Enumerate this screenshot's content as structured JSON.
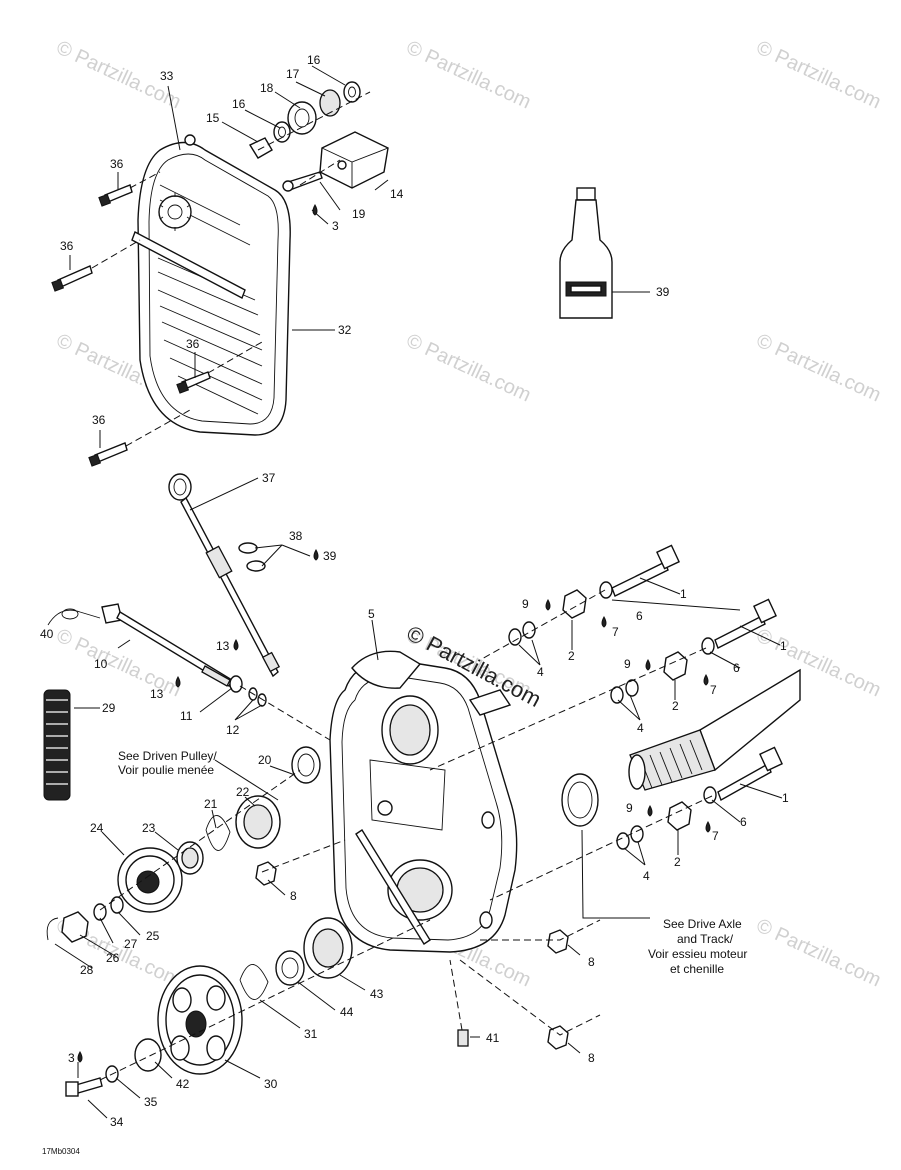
{
  "watermarks": [
    "© Partzilla.com",
    "© Partzilla.com",
    "© Partzilla.com",
    "© Partzilla.com",
    "© Partzilla.com",
    "© Partzilla.com",
    "© Partzilla.com",
    "© Partzilla.com",
    "© Partzilla.com",
    "© Partzilla.com",
    "© Partzilla.com",
    "© Partzilla.com"
  ],
  "main_watermark": "© Partzilla.com",
  "notes": {
    "driven_pulley_1": "See Driven Pulley/",
    "driven_pulley_2": "Voir poulie menée",
    "drive_axle_1": "See Drive Axle",
    "drive_axle_2": "and Track/",
    "drive_axle_3": "Voir essieu moteur",
    "drive_axle_4": "et chenille"
  },
  "drawing_code": "17Mb0304",
  "callouts": {
    "c33": "33",
    "c16a": "16",
    "c17": "17",
    "c18": "18",
    "c16b": "16",
    "c15": "15",
    "c36a": "36",
    "c14": "14",
    "c19": "19",
    "c3a": "3",
    "c36b": "36",
    "c39a": "39",
    "c32": "32",
    "c36c": "36",
    "c36d": "36",
    "c37": "37",
    "c38": "38",
    "c39b": "39",
    "c1a": "1",
    "c9a": "9",
    "c6a": "6",
    "c7a": "7",
    "c5": "5",
    "c2a": "2",
    "c4a": "4",
    "c1b": "1",
    "c9b": "9",
    "c6b": "6",
    "c7b": "7",
    "c2b": "2",
    "c4b": "4",
    "c40": "40",
    "c13a": "13",
    "c10": "10",
    "c13b": "13",
    "c11": "11",
    "c12": "12",
    "c29": "29",
    "c20": "20",
    "c1c": "1",
    "c9c": "9",
    "c6c": "6",
    "c7c": "7",
    "c2c": "2",
    "c4c": "4",
    "c21": "21",
    "c22": "22",
    "c24": "24",
    "c23": "23",
    "c8a": "8",
    "c25": "25",
    "c27": "27",
    "c26": "26",
    "c28": "28",
    "c8b": "8",
    "c43": "43",
    "c44": "44",
    "c41": "41",
    "c31": "31",
    "c8c": "8",
    "c3b": "3",
    "c42": "42",
    "c30": "30",
    "c35": "35",
    "c34": "34"
  },
  "icons": {
    "oil_bottle": "oil-bottle-icon",
    "drop": "lubricant-drop-icon"
  }
}
